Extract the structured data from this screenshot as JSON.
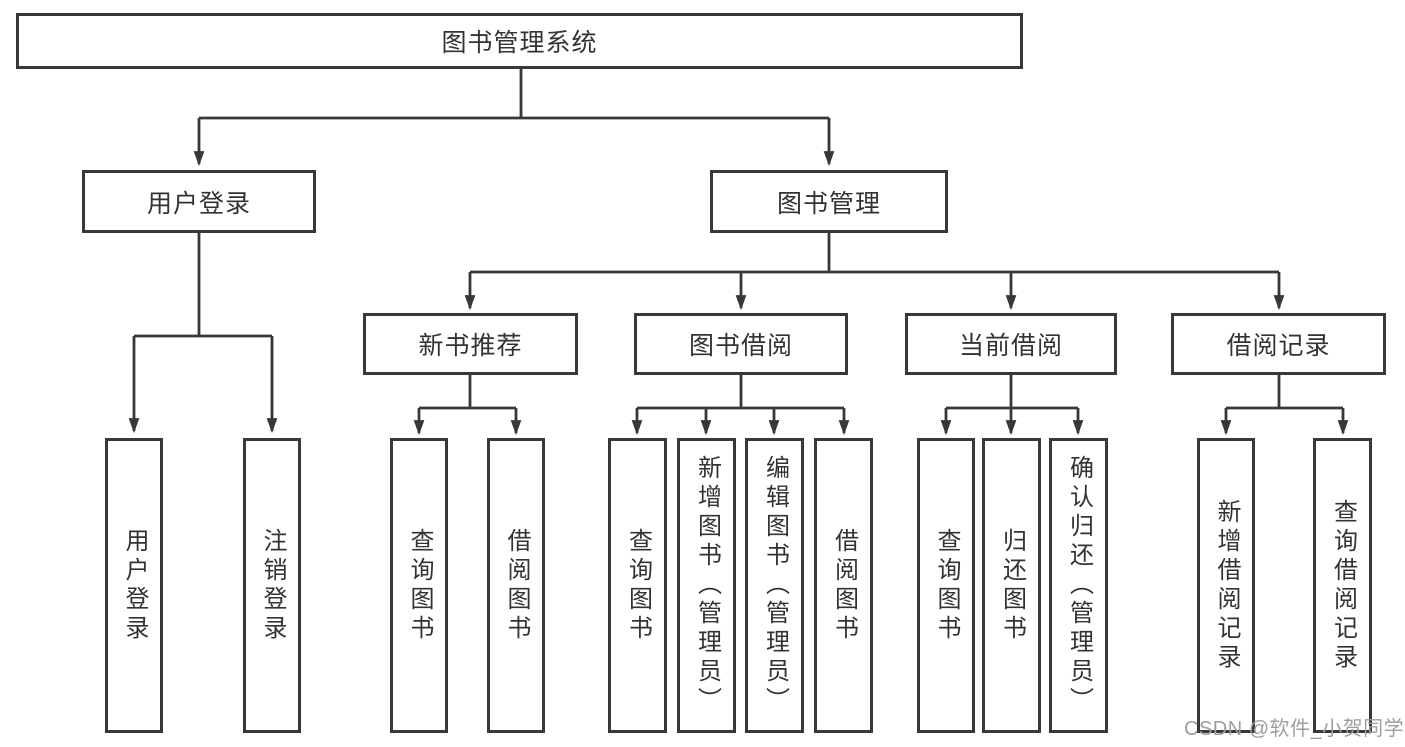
{
  "tree": {
    "root": "图书管理系统",
    "user_login": {
      "label": "用户登录",
      "children": [
        "用户登录",
        "注销登录"
      ]
    },
    "book_mgmt": {
      "label": "图书管理",
      "sections": {
        "new_rec": {
          "label": "新书推荐",
          "children": [
            "查询图书",
            "借阅图书"
          ]
        },
        "borrow": {
          "label": "图书借阅",
          "children": [
            "查询图书",
            "新增图书（管理员）",
            "编辑图书（管理员）",
            "借阅图书"
          ]
        },
        "current": {
          "label": "当前借阅",
          "children": [
            "查询图书",
            "归还图书",
            "确认归还（管理员）"
          ]
        },
        "records": {
          "label": "借阅记录",
          "children": [
            "新增借阅记录",
            "查询借阅记录"
          ]
        }
      }
    }
  },
  "watermark": "CSDN @软件_小贺同学",
  "colors": {
    "line": "#383838",
    "text": "#333333",
    "watermark": "#9e9e9e",
    "background": "#ffffff"
  }
}
